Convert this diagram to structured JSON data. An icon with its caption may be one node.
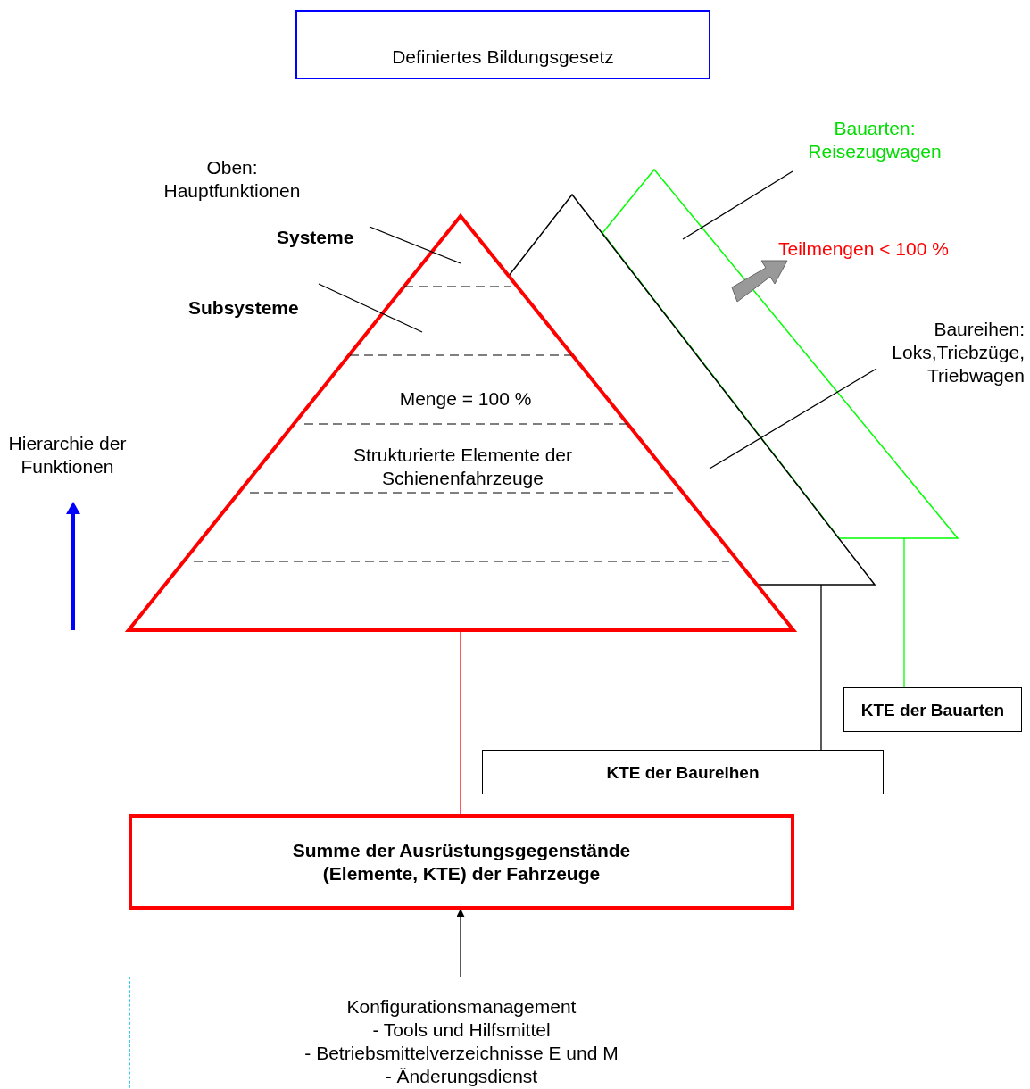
{
  "diagram": {
    "nodes": [
      {
        "text": [
          "Definiertes Bildungsgesetz"
        ]
      },
      {
        "text": [],
        "shape": "triangle"
      },
      {
        "text": [],
        "shape": "band",
        "in": 1
      },
      {
        "text": [],
        "shape": "band",
        "in": 1
      },
      {
        "text": [
          "Menge = 100 %"
        ],
        "in": 1
      },
      {
        "text": [
          "Strukturierte Elemente der Schienenfahrzeuge"
        ],
        "in": 1
      },
      {
        "text": [],
        "shape": "band",
        "in": 1
      },
      {
        "text": [],
        "shape": "triangle"
      },
      {
        "text": [],
        "shape": "triangle"
      },
      {
        "text": [
          "Systeme"
        ]
      },
      {
        "text": [
          "Subsysteme"
        ]
      },
      {
        "text": [
          "Bauarten: Reisezugwagen"
        ]
      },
      {
        "text": [
          "Baureihen: Loks,Triebzüge, Triebwagen"
        ]
      },
      {
        "text": [
          "KTE der Bauarten"
        ]
      },
      {
        "text": [
          "KTE der Baureihen"
        ]
      },
      {
        "text": [
          "Summe der Ausrüstungsgegenstände (Elemente, KTE) der Fahrzeuge"
        ]
      },
      {
        "text": [
          "Konfigurationsmanagement",
          "- Tools und Hilfsmittel",
          "- Betriebsmittelverzeichnisse E und M",
          "- Änderungsdienst"
        ]
      }
    ],
    "edges": [
      {
        "from": 1,
        "to": 15,
        "arrow": "none",
        "color": "#ff0000"
      },
      {
        "from": 7,
        "to": 14,
        "arrow": "none"
      },
      {
        "from": 8,
        "to": 13,
        "arrow": "none",
        "color": "#00ff00"
      },
      {
        "from": 16,
        "to": 15,
        "arrow": "to"
      },
      {
        "from": 9,
        "to": 2,
        "arrow": "none"
      },
      {
        "from": 10,
        "to": 3,
        "arrow": "none"
      },
      {
        "from": 11,
        "to": 8,
        "arrow": "none"
      },
      {
        "from": 12,
        "to": 7,
        "arrow": "none"
      }
    ],
    "labels": [
      "Oben: Hauptfunktionen",
      "Teilmengen < 100 %",
      "Hierarchie der Funktionen"
    ]
  }
}
